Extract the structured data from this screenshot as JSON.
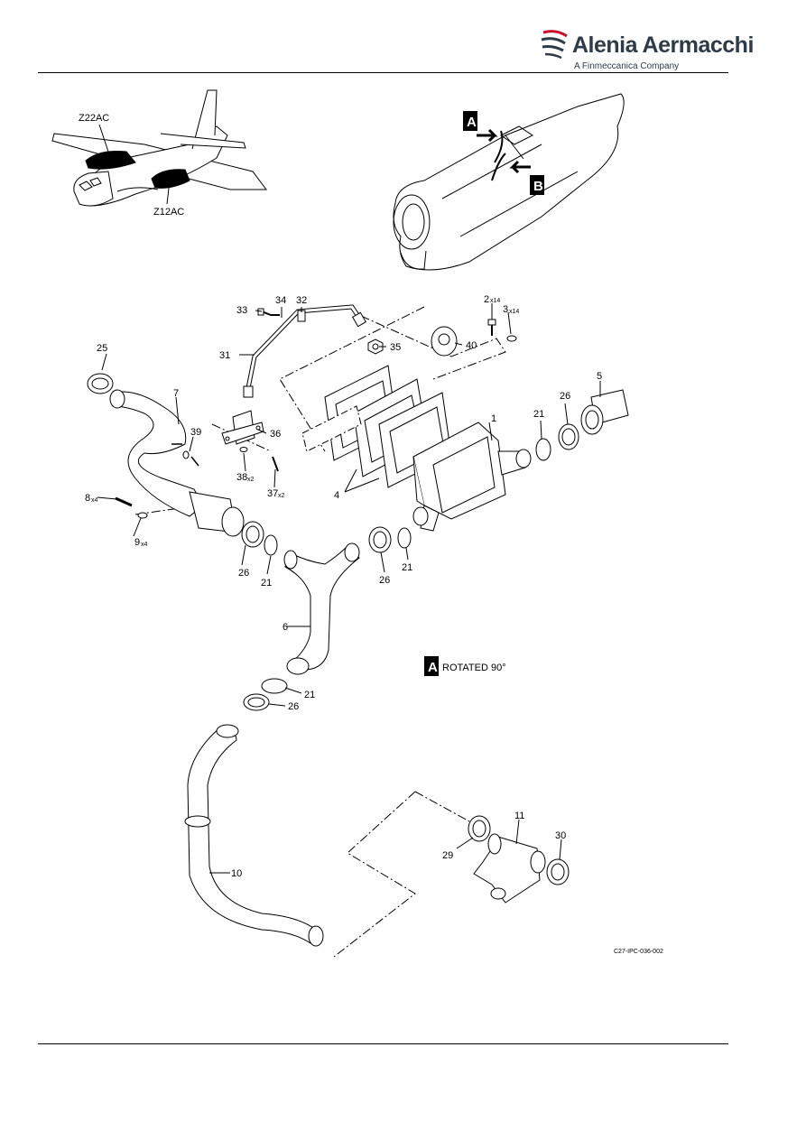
{
  "brand": {
    "name": "Alenia Aermacchi",
    "subtitle": "A Finmeccanica Company",
    "accent_color": "#c8102e",
    "text_color": "#2f3b46"
  },
  "locator": {
    "zone_upper": "Z22AC",
    "zone_lower": "Z12AC"
  },
  "detail_markers": {
    "a": "A",
    "b": "B",
    "rotation_note": "ROTATED 90°"
  },
  "figure_ref": "C27-IPC-036-002",
  "callouts": {
    "c1": "1",
    "c2": "2",
    "c2q": "x14",
    "c3": "3",
    "c3q": "x14",
    "c4": "4",
    "c5": "5",
    "c6": "6",
    "c7": "7",
    "c8": "8",
    "c8q": "x4",
    "c9": "9",
    "c9q": "x4",
    "c10": "10",
    "c11": "11",
    "c21": "21",
    "c25": "25",
    "c26": "26",
    "c29": "29",
    "c30": "30",
    "c31": "31",
    "c32": "32",
    "c33": "33",
    "c34": "34",
    "c35": "35",
    "c36": "36",
    "c37": "37",
    "c37q": "x2",
    "c38": "38",
    "c38q": "x2",
    "c39": "39",
    "c40": "40"
  }
}
